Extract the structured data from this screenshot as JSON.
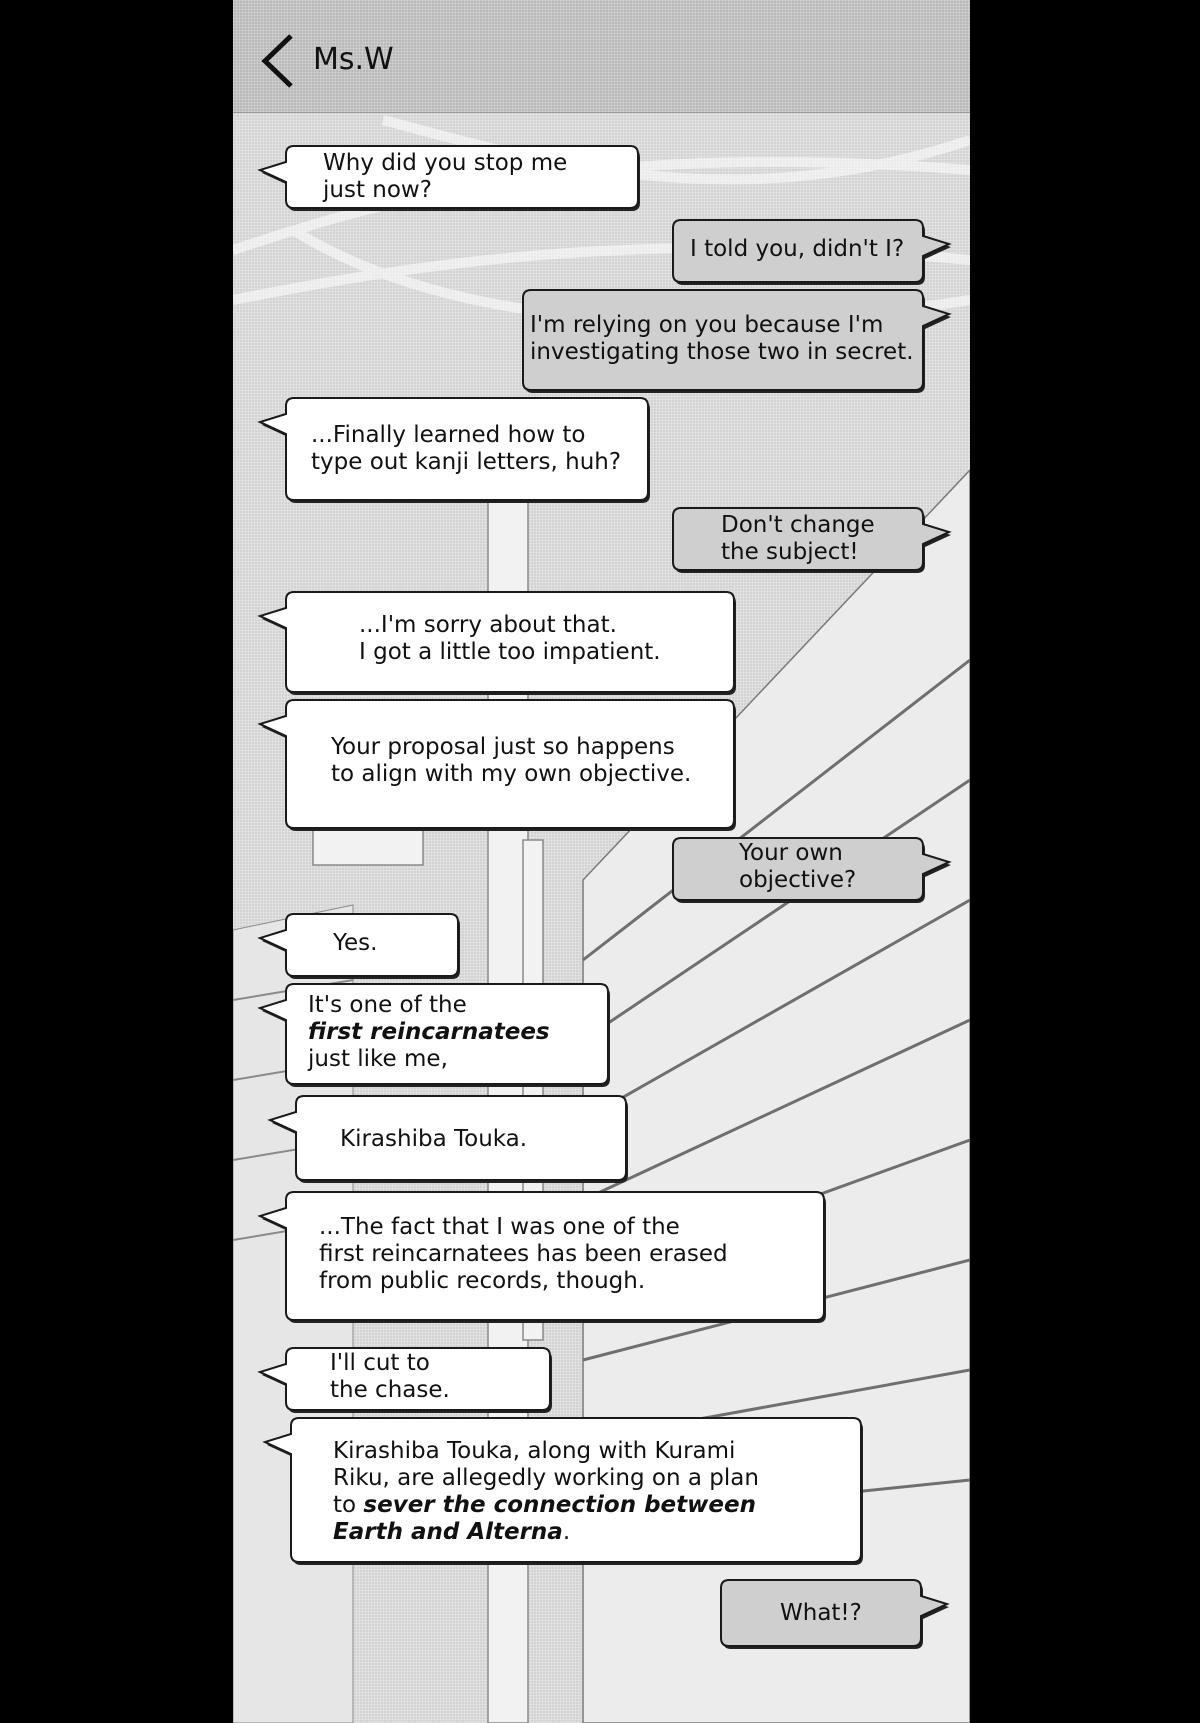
{
  "contact": {
    "name": "Ms.W"
  },
  "icons": {
    "back": "chevron-left-icon"
  },
  "colors": {
    "incoming": "#ffffff",
    "outgoing": "#cfcfcf",
    "outline": "#1a1a1a"
  },
  "messages": [
    {
      "id": "m1",
      "side": "in",
      "lines": [
        [
          {
            "t": "Why did you stop me"
          }
        ],
        [
          {
            "t": "just now?"
          }
        ]
      ]
    },
    {
      "id": "m2",
      "side": "out",
      "lines": [
        [
          {
            "t": "I told you, didn't I?"
          }
        ]
      ]
    },
    {
      "id": "m3",
      "side": "out",
      "lines": [
        [
          {
            "t": "I'm relying on you because I'm"
          }
        ],
        [
          {
            "t": "investigating those two in secret."
          }
        ]
      ]
    },
    {
      "id": "m4",
      "side": "in",
      "lines": [
        [
          {
            "t": "...Finally learned how to"
          }
        ],
        [
          {
            "t": "type out kanji letters, huh?"
          }
        ]
      ]
    },
    {
      "id": "m5",
      "side": "out",
      "lines": [
        [
          {
            "t": "Don't change"
          }
        ],
        [
          {
            "t": "the subject!"
          }
        ]
      ]
    },
    {
      "id": "m6",
      "side": "in",
      "lines": [
        [
          {
            "t": "...I'm sorry about that."
          }
        ],
        [
          {
            "t": "I got a little too impatient."
          }
        ]
      ]
    },
    {
      "id": "m7",
      "side": "in",
      "lines": [
        [
          {
            "t": "Your proposal just so happens"
          }
        ],
        [
          {
            "t": "to align with my own objective."
          }
        ]
      ]
    },
    {
      "id": "m8",
      "side": "out",
      "lines": [
        [
          {
            "t": "Your own"
          }
        ],
        [
          {
            "t": "objective?"
          }
        ]
      ]
    },
    {
      "id": "m9",
      "side": "in",
      "lines": [
        [
          {
            "t": "Yes."
          }
        ]
      ]
    },
    {
      "id": "m10",
      "side": "in",
      "lines": [
        [
          {
            "t": "It's one of the"
          }
        ],
        [
          {
            "t": "first reincarnatees",
            "em": true
          }
        ],
        [
          {
            "t": "just like me,"
          }
        ]
      ]
    },
    {
      "id": "m11",
      "side": "in",
      "lines": [
        [
          {
            "t": "Kirashiba Touka."
          }
        ]
      ]
    },
    {
      "id": "m12",
      "side": "in",
      "lines": [
        [
          {
            "t": "...The fact that I was one of the"
          }
        ],
        [
          {
            "t": "first reincarnatees has been erased"
          }
        ],
        [
          {
            "t": "from public records, though."
          }
        ]
      ]
    },
    {
      "id": "m13",
      "side": "in",
      "lines": [
        [
          {
            "t": "I'll cut to"
          }
        ],
        [
          {
            "t": "the chase."
          }
        ]
      ]
    },
    {
      "id": "m14",
      "side": "in",
      "lines": [
        [
          {
            "t": "Kirashiba Touka, along with Kurami"
          }
        ],
        [
          {
            "t": "Riku, are allegedly working on a plan"
          }
        ],
        [
          {
            "t": "to "
          },
          {
            "t": "sever the connection between",
            "em": true
          }
        ],
        [
          {
            "t": "Earth and Alterna",
            "em": true
          },
          {
            "t": "."
          }
        ]
      ]
    },
    {
      "id": "m15",
      "side": "out",
      "lines": [
        [
          {
            "t": "What!?"
          }
        ]
      ]
    }
  ]
}
